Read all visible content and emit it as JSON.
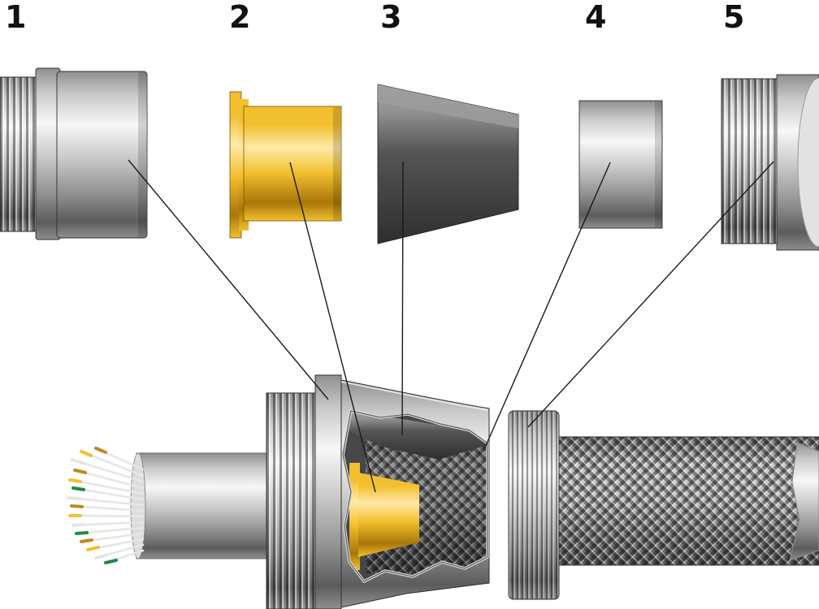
{
  "diagram": {
    "type": "exploded-assembly-diagram",
    "background": "#ffffff",
    "labels": [
      {
        "id": 1,
        "text": "1"
      },
      {
        "id": 2,
        "text": "2"
      },
      {
        "id": 3,
        "text": "3"
      },
      {
        "id": 4,
        "text": "4"
      },
      {
        "id": 5,
        "text": "5"
      }
    ],
    "colors": {
      "label": "#111111",
      "line": "#1a1a1a",
      "metal_light": "#f7f7f7",
      "metal_mid": "#c9c9c9",
      "metal_base": "#8f8f8f",
      "metal_shadow": "#5c5c5c",
      "gold_light": "#ffe9a8",
      "gold_mid": "#f2bf2e",
      "gold_dark": "#a87708",
      "cone_light": "#a8a8a8",
      "cone_dark": "#2e2e2e",
      "wire_yellow": "#f2c230",
      "wire_green": "#1e8a4a",
      "wire_gold": "#c08a1e",
      "wire_white": "#e6e6e6"
    }
  }
}
